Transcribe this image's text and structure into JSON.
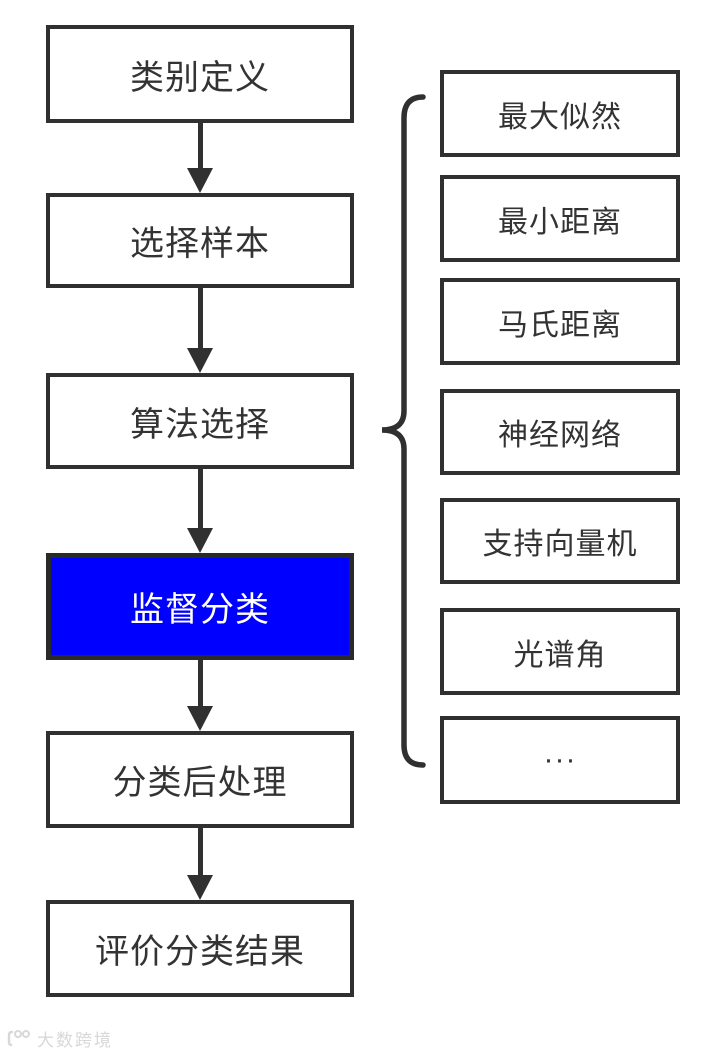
{
  "flow": {
    "nodes": [
      {
        "label": "类别定义",
        "highlighted": false
      },
      {
        "label": "选择样本",
        "highlighted": false
      },
      {
        "label": "算法选择",
        "highlighted": false
      },
      {
        "label": "监督分类",
        "highlighted": true
      },
      {
        "label": "分类后处理",
        "highlighted": false
      },
      {
        "label": "评价分类结果",
        "highlighted": false
      }
    ]
  },
  "algorithms": {
    "items": [
      {
        "label": "最大似然"
      },
      {
        "label": "最小距离"
      },
      {
        "label": "马氏距离"
      },
      {
        "label": "神经网络"
      },
      {
        "label": "支持向量机"
      },
      {
        "label": "光谱角"
      },
      {
        "label": "···"
      }
    ]
  },
  "colors": {
    "background": "#ffffff",
    "box_border": "#303030",
    "box_text": "#333333",
    "arrow": "#303030",
    "highlight_fill": "#0000fe",
    "highlight_text": "#ffffff",
    "watermark": "#d8d8d8"
  },
  "watermark": {
    "logo_icon": "dashu-kuajing-logo",
    "text": "大数跨境"
  }
}
